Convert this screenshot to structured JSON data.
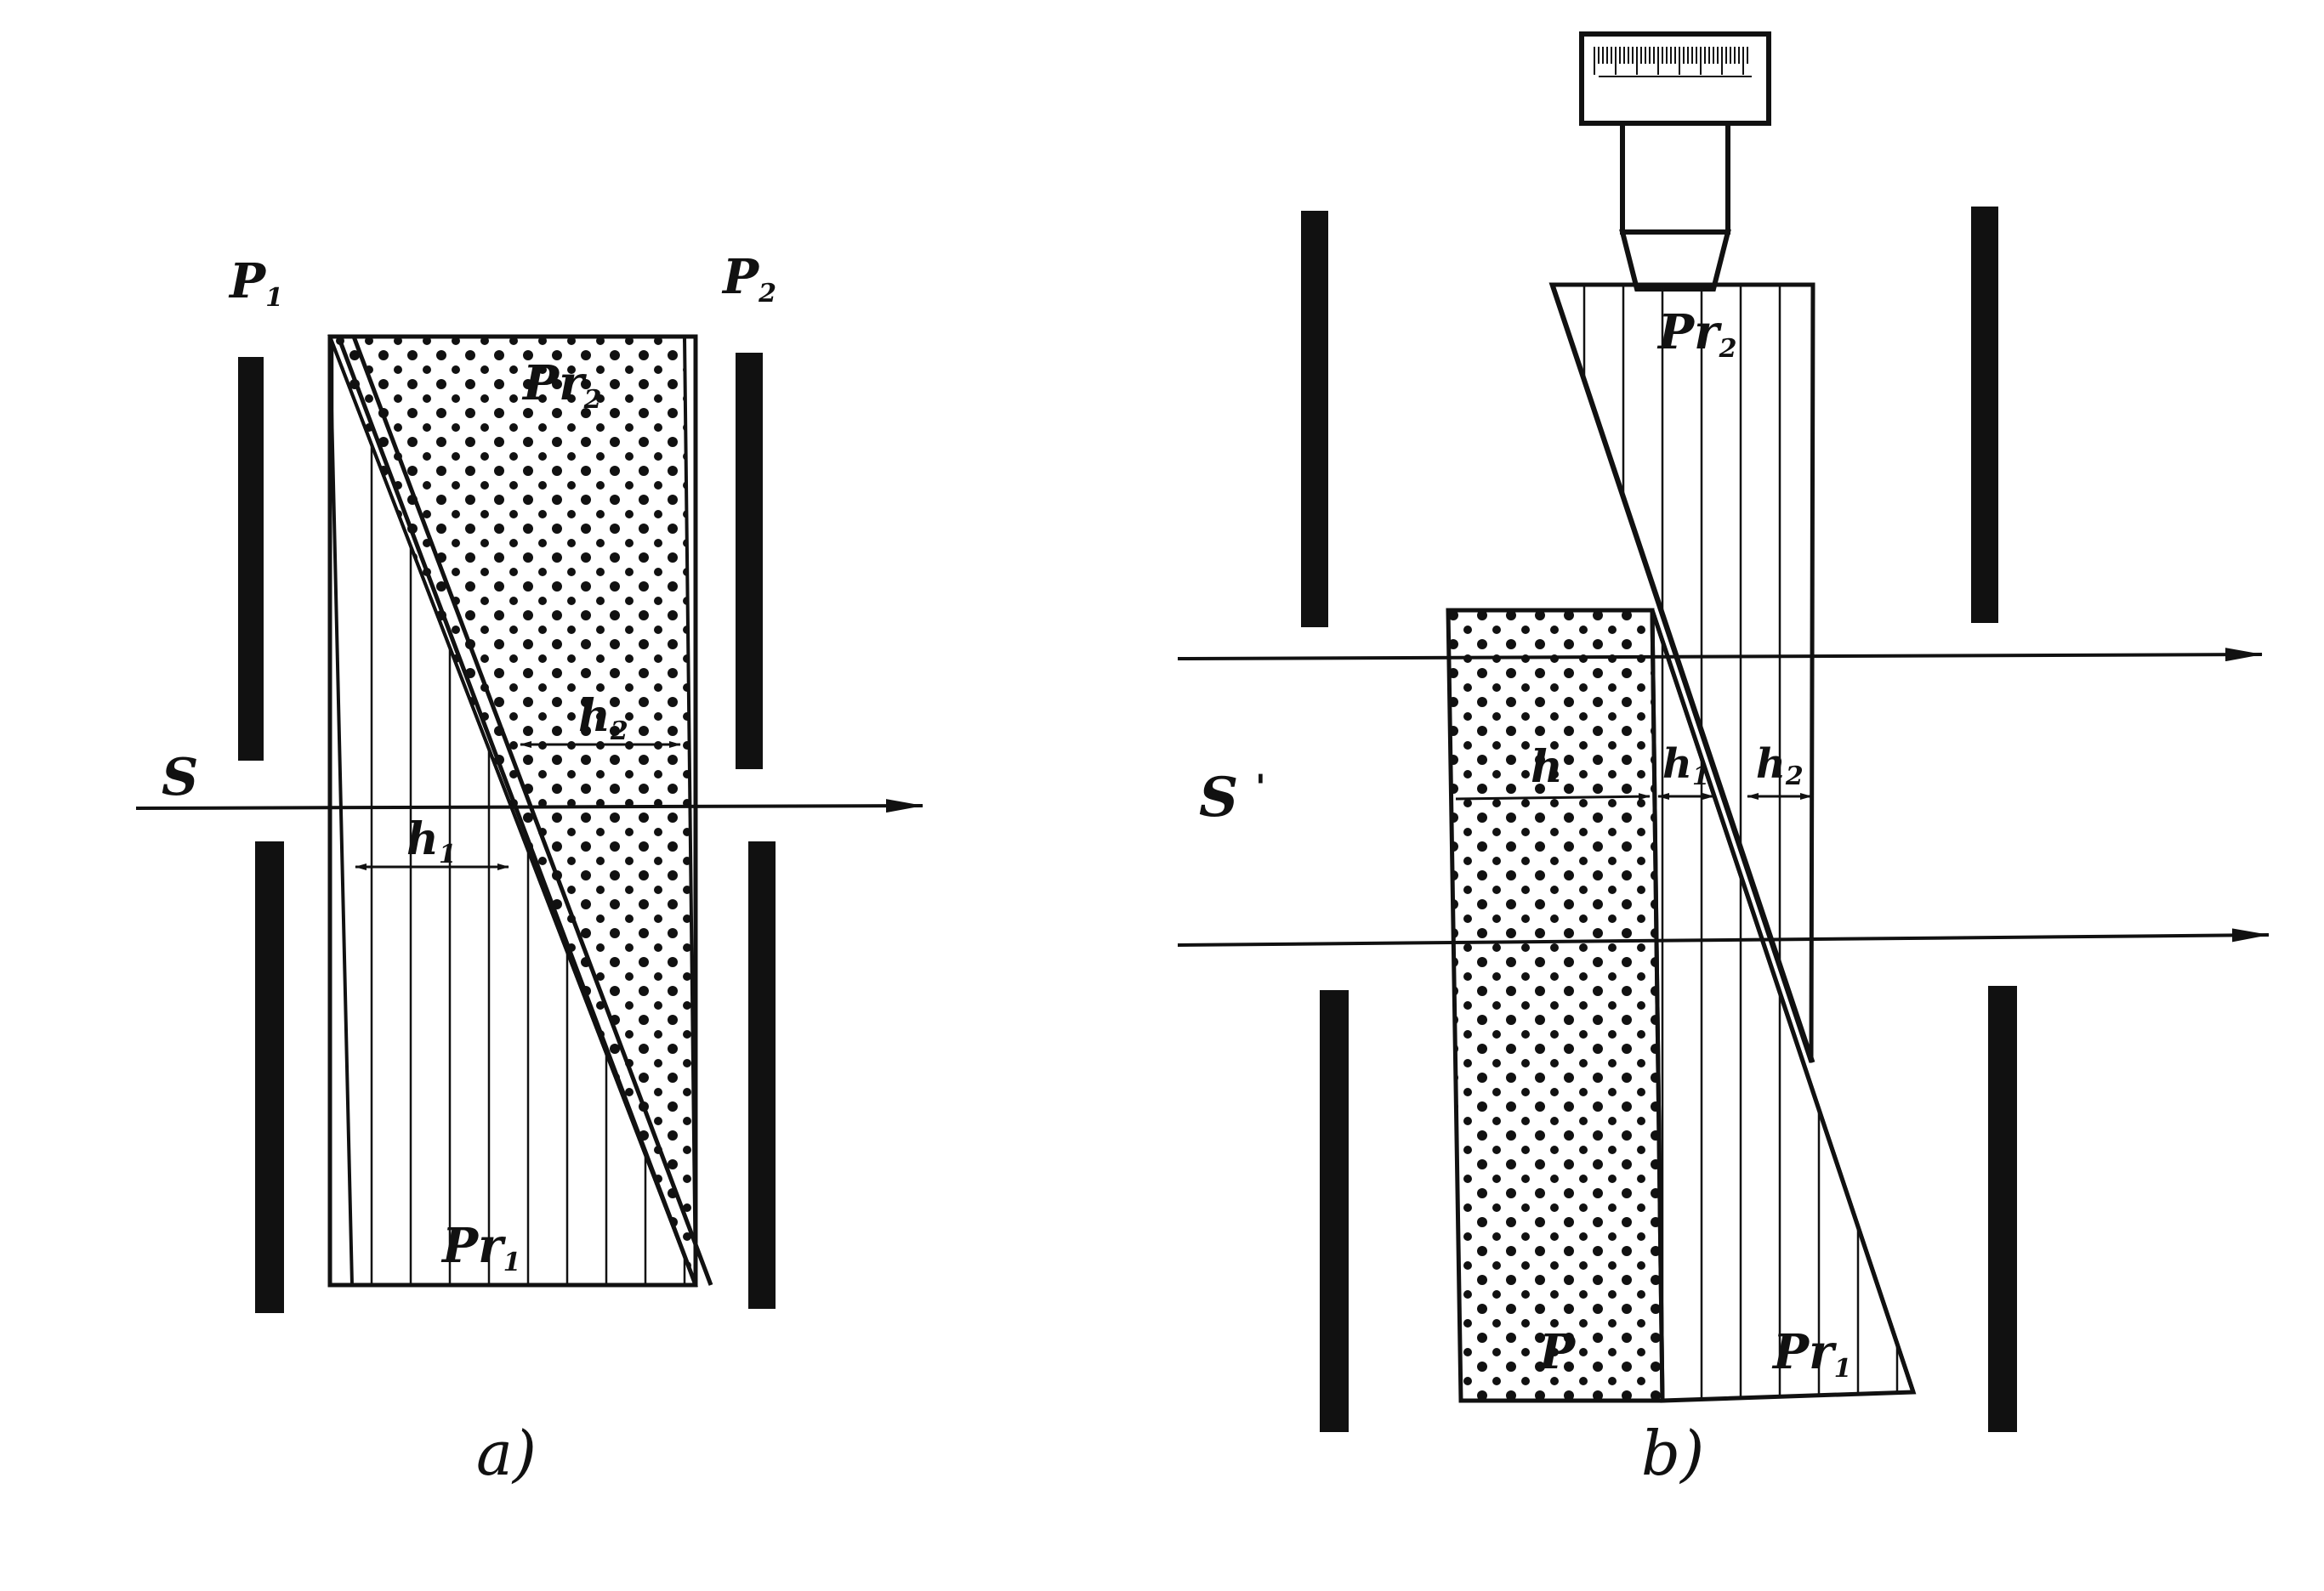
{
  "colors": {
    "ink": "#111111",
    "paper": "#ffffff"
  },
  "figure_a": {
    "caption": "a)",
    "polarizer_left": "P",
    "polarizer_left_sub": "1",
    "polarizer_right": "P",
    "polarizer_right_sub": "2",
    "beam": "S",
    "prism_top": "Pr",
    "prism_top_sub": "2",
    "prism_bottom": "Pr",
    "prism_bottom_sub": "1",
    "thickness_1": "h",
    "thickness_1_sub": "1",
    "thickness_2": "h",
    "thickness_2_sub": "2"
  },
  "figure_b": {
    "caption": "b)",
    "beam": "S",
    "beam_mark": "'",
    "plate": "P",
    "plate_thickness": "h",
    "thickness_1": "h",
    "thickness_1_sub": "1",
    "thickness_2": "h",
    "thickness_2_sub": "2",
    "prism_top": "Pr",
    "prism_top_sub": "2",
    "prism_bottom": "Pr",
    "prism_bottom_sub": "1"
  }
}
